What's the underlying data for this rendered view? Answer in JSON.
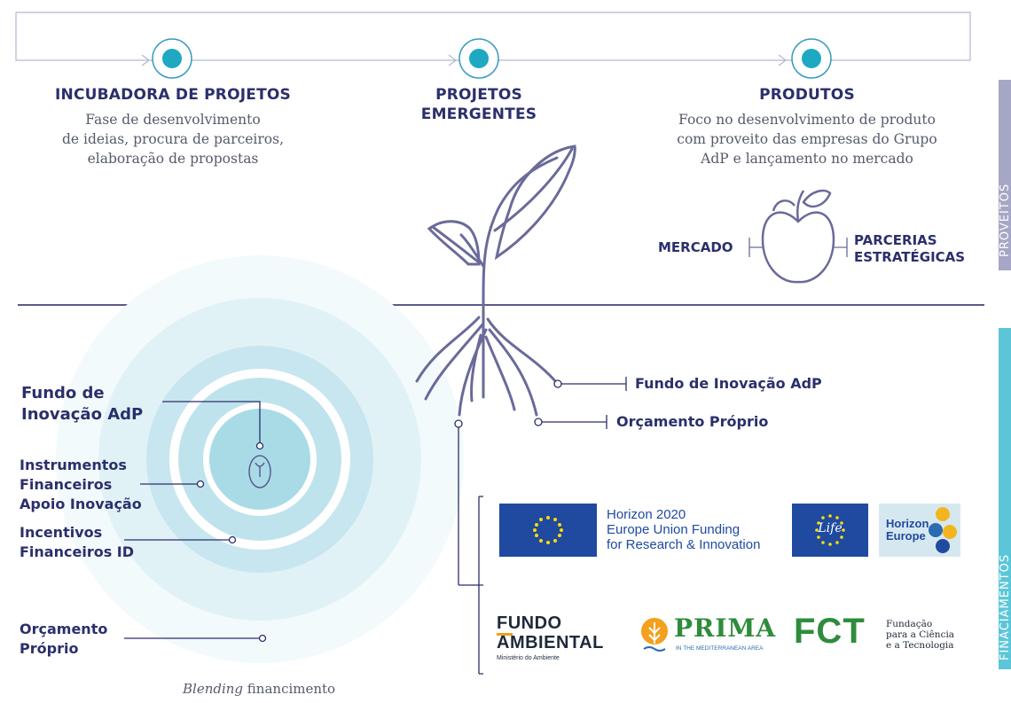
{
  "stages": [
    {
      "title_lines": [
        "INCUBADORA DE PROJETOS"
      ],
      "desc_lines": [
        "Fase de desenvolvimento",
        "de ideias, procura de parceiros,",
        "elaboração de propostas"
      ]
    },
    {
      "title_lines": [
        "PROJETOS",
        "EMERGENTES"
      ],
      "desc_lines": []
    },
    {
      "title_lines": [
        "PRODUTOS"
      ],
      "desc_lines": [
        "Foco no desenvolvimento de produto",
        "com proveito das empresas do Grupo",
        "AdP e lançamento no mercado"
      ]
    }
  ],
  "apple": {
    "left_label": "MERCADO",
    "right_label_lines": [
      "PARCERIAS",
      "ESTRATÉGICAS"
    ]
  },
  "side_tabs": {
    "top": "PROVEITOS",
    "bottom": "FINACIAMENTOS"
  },
  "roots": {
    "fund": "Fundo de Inovação AdP",
    "budget": "Orçamento Próprio"
  },
  "rings": {
    "fund_lines": [
      "Fundo de",
      "Inovação AdP"
    ],
    "instr_lines": [
      "Instrumentos",
      "Financeiros",
      "Apoio Inovação"
    ],
    "incent_lines": [
      "Incentivos",
      "Financeiros ID"
    ],
    "budget_lines": [
      "Orçamento",
      "Próprio"
    ]
  },
  "blending": {
    "italic": "Blending",
    "rest": " financimento"
  },
  "logos": {
    "horizon2020_lines": [
      "Horizon 2020",
      "Europe Union Funding",
      "for Research & Innovation"
    ],
    "life": "Life",
    "horizon_europe_lines": [
      "Horizon",
      "Europe"
    ],
    "fundo_ambiental_lines": [
      "FUNDO",
      "AMBIENTAL"
    ],
    "fundo_ambiental_sub": "Ministério do Ambiente",
    "prima": "PRIMA",
    "prima_sub": "IN THE MEDITERRANEAN AREA",
    "fct": "FCT",
    "fct_lines": [
      "Fundação",
      "para a Ciência",
      "e a Tecnologia"
    ]
  },
  "colors": {
    "navy": "#2b2f6b",
    "teal": "#1ea8c2",
    "line": "#6a6a9a",
    "tab_top": "#a6a6c6",
    "tab_bottom": "#5cc6d8",
    "eu_blue": "#1f4aa0",
    "eu_star": "#ffdd00",
    "prima_orange": "#f2a01e",
    "fct_green": "#2f8c3c"
  }
}
